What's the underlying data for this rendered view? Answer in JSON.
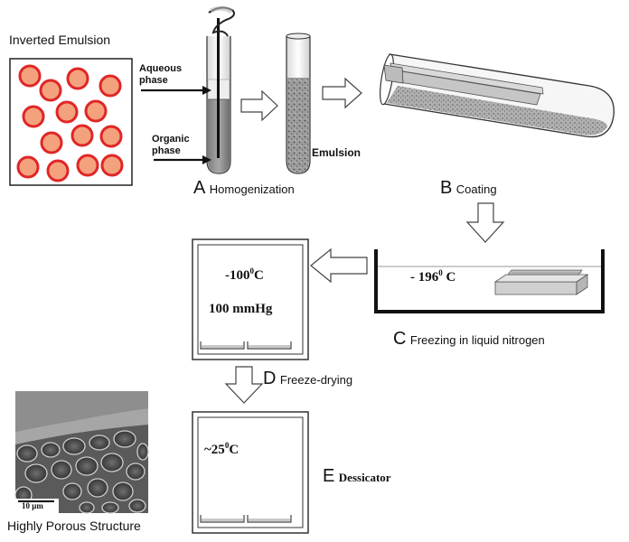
{
  "colors": {
    "droplet_fill": "#f4a27e",
    "droplet_ring": "#e02626",
    "grey": "#8c8c8c",
    "outline": "#333333"
  },
  "emulsion_panel": {
    "title": "Inverted Emulsion"
  },
  "homogenization": {
    "aqueous_label_line1": "Aqueous",
    "aqueous_label_line2": "phase",
    "organic_label_line1": "Organic",
    "organic_label_line2": "phase",
    "emulsion_label": "Emulsion",
    "step_letter": "A",
    "step_label": "Homogenization"
  },
  "coating": {
    "step_letter": "B",
    "step_label": "Coating"
  },
  "freezing": {
    "temperature": "- 196",
    "temperature_sup": "0",
    "temperature_unit": "C",
    "step_letter": "C",
    "step_label": "Freezing in liquid nitrogen"
  },
  "freeze_drying": {
    "temperature": "-100",
    "temperature_sup": "0",
    "temperature_unit": "C",
    "pressure": "100 mmHg",
    "step_letter": "D",
    "step_label": "Freeze-drying"
  },
  "dessicator": {
    "temperature": "~25",
    "temperature_sup": "0",
    "temperature_unit": "C",
    "step_letter": "E",
    "step_label": "Dessicator"
  },
  "micrograph": {
    "scale_bar_label": "10 μm",
    "caption": "Highly Porous Structure"
  }
}
